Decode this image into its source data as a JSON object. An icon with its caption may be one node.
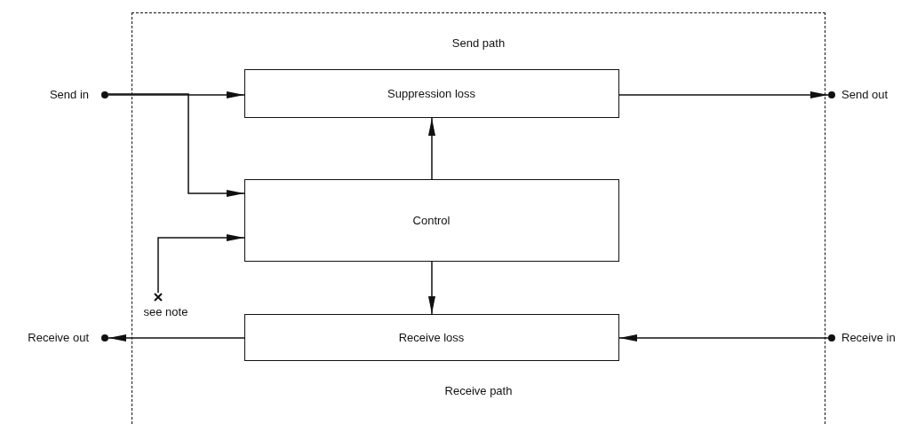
{
  "diagram": {
    "nodes": [
      {
        "text": [
          "Send path",
          "Receive path"
        ]
      },
      {
        "text": [
          "Suppression loss"
        ],
        "in": 0
      },
      {
        "text": [
          "Control"
        ],
        "in": 0
      },
      {
        "text": [
          "Receive loss"
        ],
        "in": 0
      },
      {
        "text": [
          "Send in"
        ]
      },
      {
        "text": [
          "Send out"
        ]
      },
      {
        "text": [
          "Receive out"
        ]
      },
      {
        "text": [
          "Receive in"
        ]
      },
      {
        "text": [
          "see note"
        ],
        "in": 0
      }
    ],
    "edges": [
      {
        "from": 4,
        "to": 1,
        "arrow": "to"
      },
      {
        "from": 4,
        "to": 2,
        "arrow": "to"
      },
      {
        "from": 8,
        "to": 2,
        "arrow": "to"
      },
      {
        "from": 1,
        "to": 5,
        "arrow": "to"
      },
      {
        "from": 2,
        "to": 1,
        "arrow": "to"
      },
      {
        "from": 2,
        "to": 3,
        "arrow": "to"
      },
      {
        "from": 7,
        "to": 3,
        "arrow": "to"
      },
      {
        "from": 3,
        "to": 6,
        "arrow": "to"
      }
    ]
  }
}
